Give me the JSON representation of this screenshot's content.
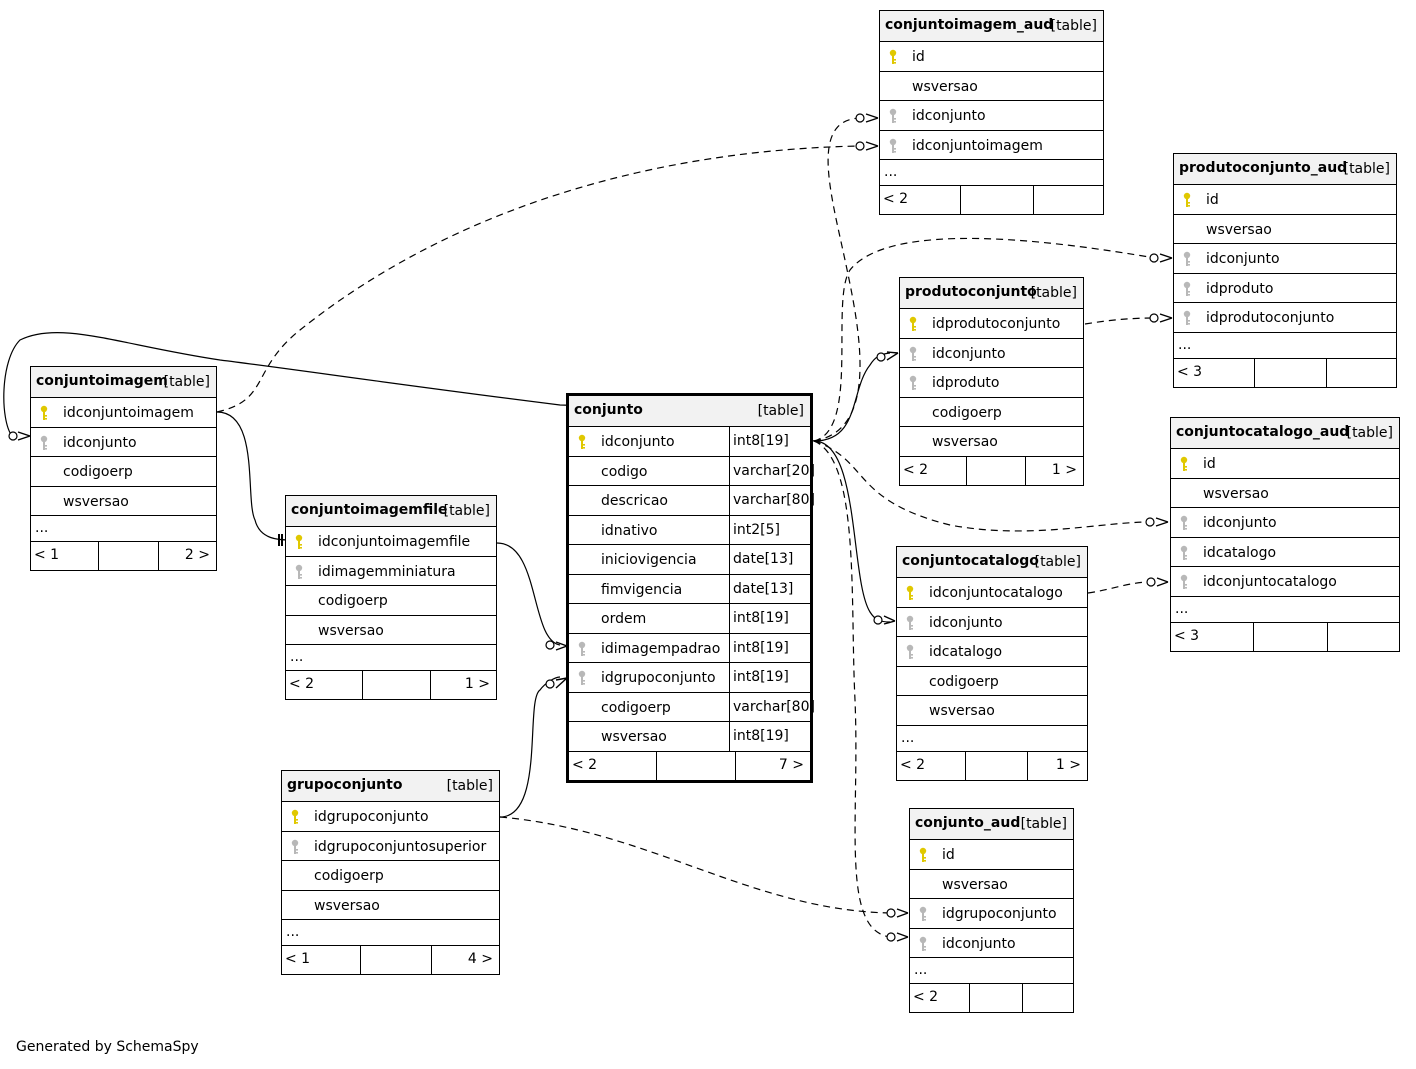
{
  "diagram": {
    "credit": "Generated by SchemaSpy",
    "colors": {
      "primary_key": "#e0c800",
      "foreign_key": "#b8b8b8",
      "header_bg": "#f2f2f2",
      "border": "#000000"
    },
    "tables": [
      {
        "id": "conjuntoimagem_aud",
        "name": "conjuntoimagem_aud",
        "tag": "[table]",
        "columns": [
          {
            "name": "id",
            "key": "pk"
          },
          {
            "name": "wsversao",
            "key": ""
          },
          {
            "name": "idconjunto",
            "key": "fk"
          },
          {
            "name": "idconjuntoimagem",
            "key": "fk"
          }
        ],
        "more": "...",
        "parents": "< 2",
        "children": ""
      },
      {
        "id": "produtoconjunto_aud",
        "name": "produtoconjunto_aud",
        "tag": "[table]",
        "columns": [
          {
            "name": "id",
            "key": "pk"
          },
          {
            "name": "wsversao",
            "key": ""
          },
          {
            "name": "idconjunto",
            "key": "fk"
          },
          {
            "name": "idproduto",
            "key": "fk"
          },
          {
            "name": "idprodutoconjunto",
            "key": "fk"
          }
        ],
        "more": "...",
        "parents": "< 3",
        "children": ""
      },
      {
        "id": "produtoconjunto",
        "name": "produtoconjunto",
        "tag": "[table]",
        "columns": [
          {
            "name": "idprodutoconjunto",
            "key": "pk"
          },
          {
            "name": "idconjunto",
            "key": "fk"
          },
          {
            "name": "idproduto",
            "key": "fk"
          },
          {
            "name": "codigoerp",
            "key": ""
          },
          {
            "name": "wsversao",
            "key": ""
          }
        ],
        "more": "",
        "parents": "< 2",
        "children": "1 >"
      },
      {
        "id": "conjuntoimagem",
        "name": "conjuntoimagem",
        "tag": "[table]",
        "columns": [
          {
            "name": "idconjuntoimagem",
            "key": "pk"
          },
          {
            "name": "idconjunto",
            "key": "fk"
          },
          {
            "name": "codigoerp",
            "key": ""
          },
          {
            "name": "wsversao",
            "key": ""
          }
        ],
        "more": "...",
        "parents": "< 1",
        "children": "2 >"
      },
      {
        "id": "conjunto",
        "name": "conjunto",
        "tag": "[table]",
        "columns": [
          {
            "name": "idconjunto",
            "key": "pk",
            "type": "int8[19]"
          },
          {
            "name": "codigo",
            "key": "",
            "type": "varchar[20]"
          },
          {
            "name": "descricao",
            "key": "",
            "type": "varchar[80]"
          },
          {
            "name": "idnativo",
            "key": "",
            "type": "int2[5]"
          },
          {
            "name": "iniciovigencia",
            "key": "",
            "type": "date[13]"
          },
          {
            "name": "fimvigencia",
            "key": "",
            "type": "date[13]"
          },
          {
            "name": "ordem",
            "key": "",
            "type": "int8[19]"
          },
          {
            "name": "idimagempadrao",
            "key": "fk",
            "type": "int8[19]"
          },
          {
            "name": "idgrupoconjunto",
            "key": "fk",
            "type": "int8[19]"
          },
          {
            "name": "codigoerp",
            "key": "",
            "type": "varchar[80]"
          },
          {
            "name": "wsversao",
            "key": "",
            "type": "int8[19]"
          }
        ],
        "more": "",
        "parents": "< 2",
        "children": "7 >"
      },
      {
        "id": "conjuntocatalogo_aud",
        "name": "conjuntocatalogo_aud",
        "tag": "[table]",
        "columns": [
          {
            "name": "id",
            "key": "pk"
          },
          {
            "name": "wsversao",
            "key": ""
          },
          {
            "name": "idconjunto",
            "key": "fk"
          },
          {
            "name": "idcatalogo",
            "key": "fk"
          },
          {
            "name": "idconjuntocatalogo",
            "key": "fk"
          }
        ],
        "more": "...",
        "parents": "< 3",
        "children": ""
      },
      {
        "id": "conjuntoimagemfile",
        "name": "conjuntoimagemfile",
        "tag": "[table]",
        "columns": [
          {
            "name": "idconjuntoimagemfile",
            "key": "pk"
          },
          {
            "name": "idimagemminiatura",
            "key": "fk"
          },
          {
            "name": "codigoerp",
            "key": ""
          },
          {
            "name": "wsversao",
            "key": ""
          }
        ],
        "more": "...",
        "parents": "< 2",
        "children": "1 >"
      },
      {
        "id": "conjuntocatalogo",
        "name": "conjuntocatalogo",
        "tag": "[table]",
        "columns": [
          {
            "name": "idconjuntocatalogo",
            "key": "pk"
          },
          {
            "name": "idconjunto",
            "key": "fk"
          },
          {
            "name": "idcatalogo",
            "key": "fk"
          },
          {
            "name": "codigoerp",
            "key": ""
          },
          {
            "name": "wsversao",
            "key": ""
          }
        ],
        "more": "...",
        "parents": "< 2",
        "children": "1 >"
      },
      {
        "id": "grupoconjunto",
        "name": "grupoconjunto",
        "tag": "[table]",
        "columns": [
          {
            "name": "idgrupoconjunto",
            "key": "pk"
          },
          {
            "name": "idgrupoconjuntosuperior",
            "key": "fk"
          },
          {
            "name": "codigoerp",
            "key": ""
          },
          {
            "name": "wsversao",
            "key": ""
          }
        ],
        "more": "...",
        "parents": "< 1",
        "children": "4 >"
      },
      {
        "id": "conjunto_aud",
        "name": "conjunto_aud",
        "tag": "[table]",
        "columns": [
          {
            "name": "id",
            "key": "pk"
          },
          {
            "name": "wsversao",
            "key": ""
          },
          {
            "name": "idgrupoconjunto",
            "key": "fk"
          },
          {
            "name": "idconjunto",
            "key": "fk"
          }
        ],
        "more": "...",
        "parents": "< 2",
        "children": ""
      }
    ]
  }
}
